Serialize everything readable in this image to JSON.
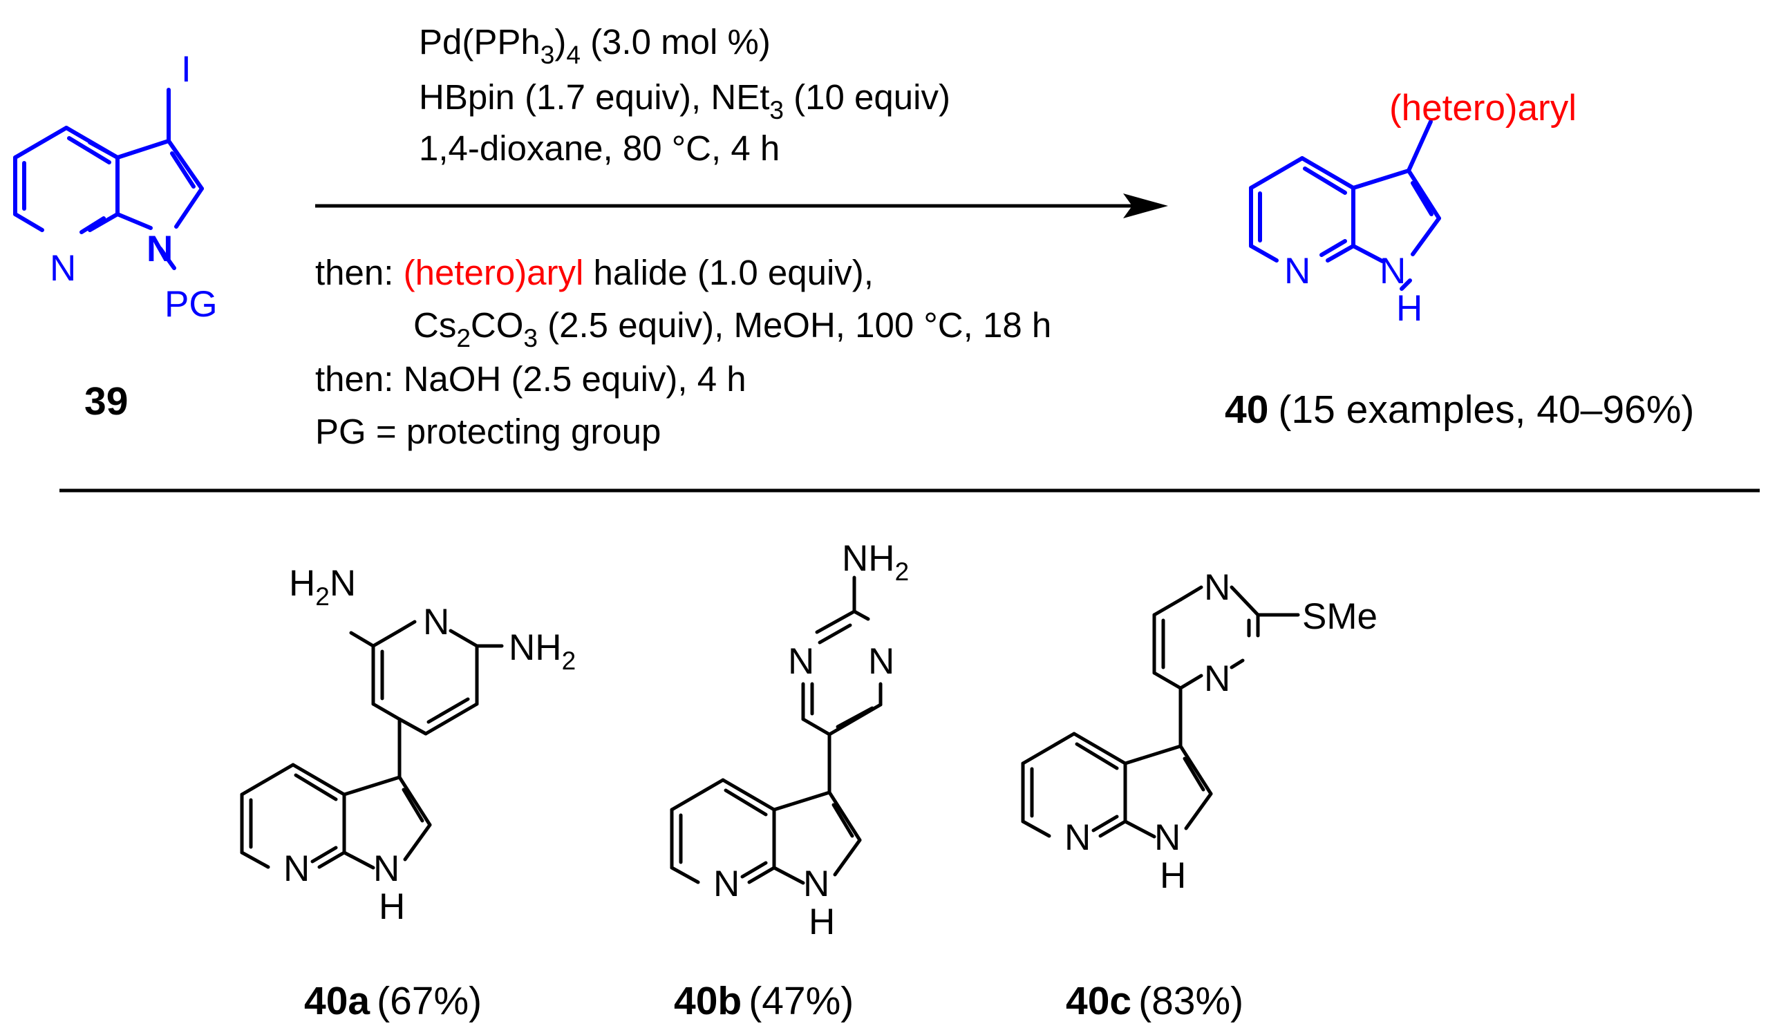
{
  "colors": {
    "reactant": "#0000ff",
    "highlight": "#ff0000",
    "text": "#000000"
  },
  "reactant": {
    "id": "39",
    "I": "I",
    "N": "N",
    "PG": "PG"
  },
  "product": {
    "id": "40",
    "summary": "(15 examples, 40–96%)",
    "substituent": "(hetero)aryl",
    "N": "N",
    "NH_N": "N",
    "NH_H": "H"
  },
  "conditions_above": {
    "line1_pre": "Pd(PPh",
    "line1_sub": "3",
    "line1_mid": ")",
    "line1_sub2": "4",
    "line1_post": " (3.0 mol %)",
    "line2_pre": "HBpin (1.7 equiv), NEt",
    "line2_sub": "3",
    "line2_post": " (10 equiv)",
    "line3": "1,4-dioxane, 80 °C, 4 h"
  },
  "conditions_below": {
    "line1_pre": "then: ",
    "line1_red": "(hetero)aryl",
    "line1_post": " halide (1.0 equiv),",
    "line2_pre": "Cs",
    "line2_sub": "2",
    "line2_mid": "CO",
    "line2_sub2": "3",
    "line2_post": " (2.5 equiv), MeOH, 100 °C, 18 h",
    "line3": "then: NaOH (2.5 equiv), 4 h",
    "line4": "PG = protecting group"
  },
  "examples": [
    {
      "id": "40a",
      "yield": "(67%)",
      "labels": {
        "h2n_H": "H",
        "h2n_sub": "2",
        "h2n_N": "N",
        "ringN": "N",
        "nh2_N": "NH",
        "nh2_sub": "2",
        "azaN": "N",
        "nhN": "N",
        "nhH": "H"
      }
    },
    {
      "id": "40b",
      "yield": "(47%)",
      "labels": {
        "nh2": "NH",
        "nh2_sub": "2",
        "n1": "N",
        "n2": "N",
        "azaN": "N",
        "nhN": "N",
        "nhH": "H"
      }
    },
    {
      "id": "40c",
      "yield": "(83%)",
      "labels": {
        "n1": "N",
        "n2": "N",
        "sme": "SMe",
        "azaN": "N",
        "nhN": "N",
        "nhH": "H"
      }
    }
  ]
}
